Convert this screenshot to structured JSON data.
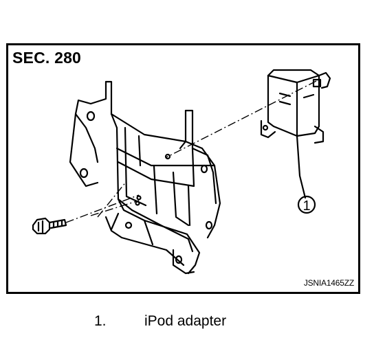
{
  "figure": {
    "section": "SEC. 280",
    "code": "JSNIA1465ZZ",
    "callout": "1"
  },
  "legend": [
    {
      "number": "1.",
      "text": "iPod adapter"
    }
  ]
}
